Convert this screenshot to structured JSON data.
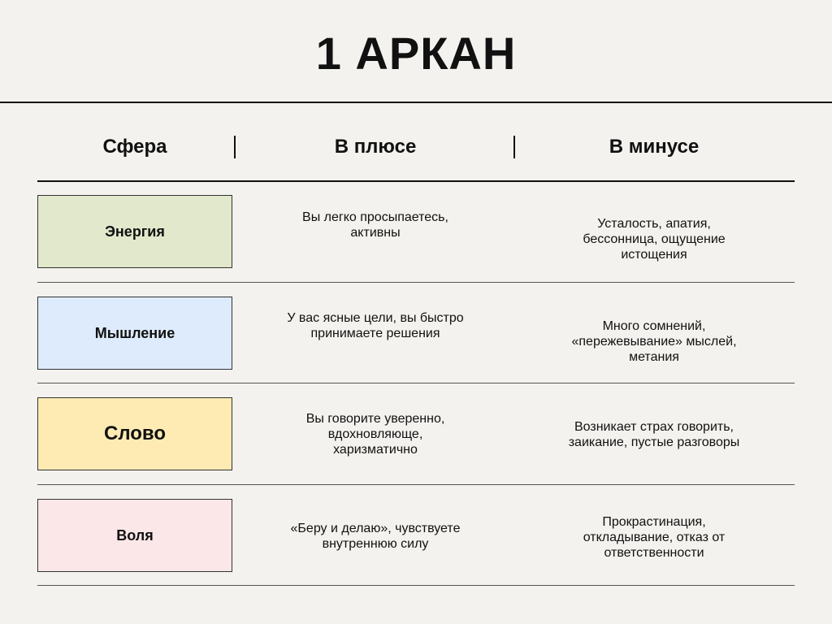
{
  "title": "1 АРКАН",
  "headers": {
    "sphere": "Сфера",
    "plus": "В плюсе",
    "minus": "В минусе"
  },
  "rows": [
    {
      "sphere": "Энергия",
      "color": "#e1e8cc",
      "plus": "Вы легко просыпаетесь,\nактивны",
      "minus": "Усталость, апатия,\nбессонница, ощущение\nистощения"
    },
    {
      "sphere": "Мышление",
      "color": "#ddebfc",
      "plus": "У вас ясные цели, вы быстро\nпринимаете решения",
      "minus": "Много сомнений,\n«пережевывание» мыслей,\nметания"
    },
    {
      "sphere": "Слово",
      "color": "#fdebb3",
      "plus": "Вы говорите уверенно,\nвдохновляюще,\nхаризматично",
      "minus": "Возникает страх говорить,\nзаикание, пустые разговоры"
    },
    {
      "sphere": "Воля",
      "color": "#fbe6e8",
      "plus": "«Беру и делаю», чувствуете\nвнутреннюю силу",
      "minus": "Прокрастинация,\nоткладывание, отказ от\nответственности"
    }
  ]
}
